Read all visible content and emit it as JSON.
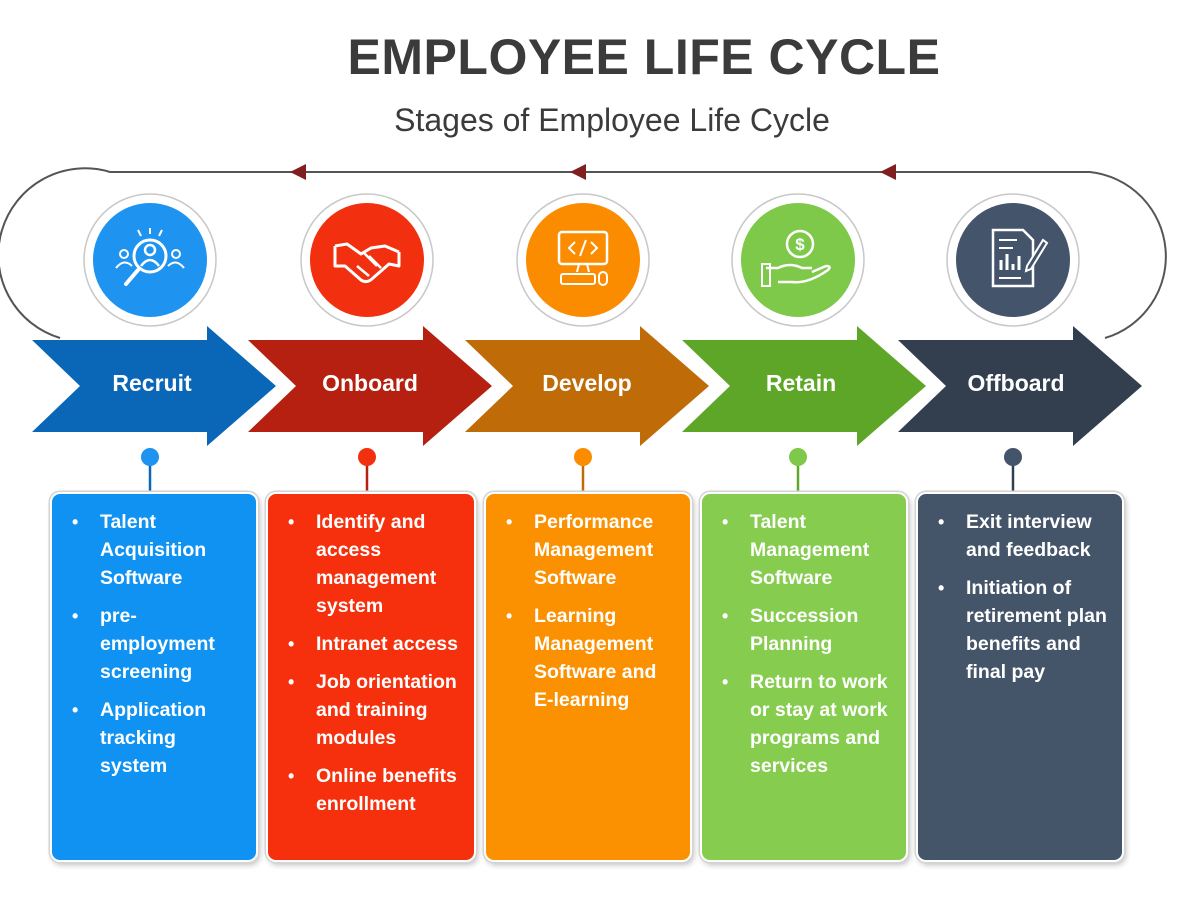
{
  "title": "EMPLOYEE LIFE CYCLE",
  "subtitle": "Stages of Employee Life Cycle",
  "stages": [
    {
      "label": "Recruit",
      "icon": "recruitment-search-icon",
      "color": "#1f93f0",
      "arrow_color": "#0a67b8",
      "box_color": "#0f92f2",
      "items": [
        "Talent Acquisition Software",
        "pre-employment screening",
        "Application tracking system"
      ]
    },
    {
      "label": "Onboard",
      "icon": "handshake-icon",
      "color": "#f2300f",
      "arrow_color": "#b52010",
      "box_color": "#f6300c",
      "items": [
        "Identify and access management system",
        "Intranet access",
        "Job orientation and training modules",
        "Online benefits enrollment"
      ]
    },
    {
      "label": "Develop",
      "icon": "computer-code-icon",
      "color": "#fb8c00",
      "arrow_color": "#bf6b08",
      "box_color": "#fb9000",
      "items": [
        "Performance Management Software",
        "Learning Management Software and E-learning"
      ]
    },
    {
      "label": "Retain",
      "icon": "hand-money-icon",
      "color": "#7fc94a",
      "arrow_color": "#5da628",
      "box_color": "#86cc4e",
      "items": [
        "Talent Management Software",
        "Succession Planning",
        "Return to work or stay at work programs and services"
      ]
    },
    {
      "label": "Offboard",
      "icon": "document-pen-icon",
      "color": "#44546a",
      "arrow_color": "#333f4f",
      "box_color": "#445469",
      "items": [
        "Exit interview and feedback",
        "Initiation of retirement plan benefits and final pay"
      ]
    }
  ],
  "loop_color": "#7f1f1f"
}
